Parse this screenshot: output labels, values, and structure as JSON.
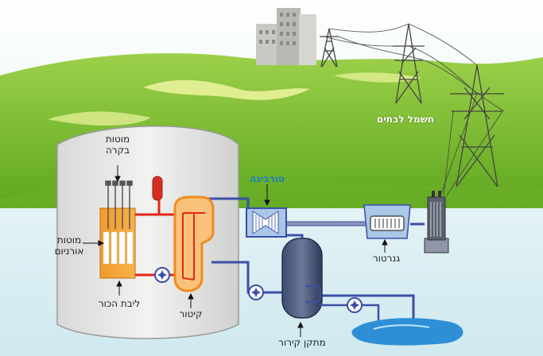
{
  "labels": {
    "control_rods_line1": "מוטות",
    "control_rods_line2": "בקרה",
    "fuel_rods_line1": "מוטות",
    "fuel_rods_line2": "אורניום",
    "reactor_core": "ליבת הכור",
    "boiler": "קיטור",
    "turbine": "טורבינה",
    "generator": "גנרטור",
    "condenser": "מתקן קירור",
    "electricity_to_homes": "חשמל לבתים"
  },
  "colors": {
    "sky": "#d4ecef",
    "grass": "#84c03c",
    "dome": "#e8e8e6",
    "hot_loop": "#e3261b",
    "steam_vessel": "#f6a64a",
    "cool_loop": "#3c4fa8",
    "water": "#2e8fd6"
  }
}
